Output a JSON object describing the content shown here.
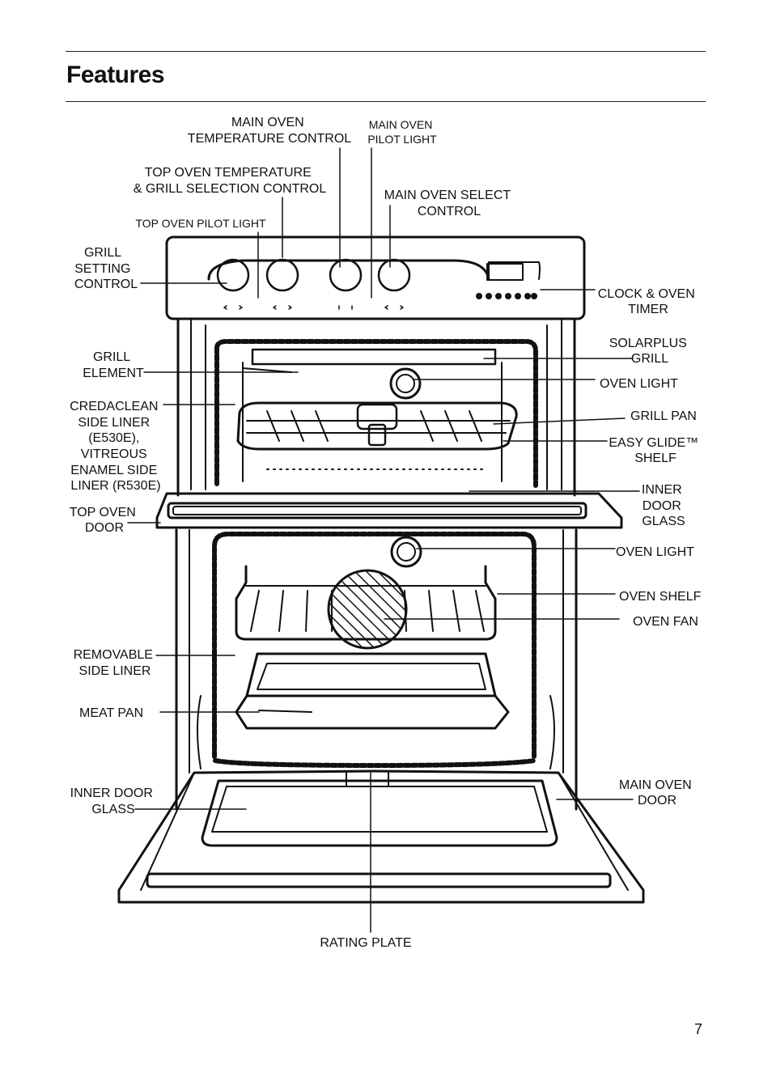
{
  "page": {
    "title": "Features",
    "page_number": "7"
  },
  "labels": {
    "main_oven_temp_control": [
      "MAIN OVEN",
      "TEMPERATURE CONTROL"
    ],
    "main_oven_pilot_light": [
      "MAIN OVEN",
      "PILOT LIGHT"
    ],
    "top_oven_temp_grill_control": [
      "TOP OVEN TEMPERATURE",
      "& GRILL SELECTION CONTROL"
    ],
    "main_oven_select_control": [
      "MAIN OVEN SELECT",
      "CONTROL"
    ],
    "top_oven_pilot_light": [
      "TOP OVEN PILOT LIGHT"
    ],
    "grill_setting_control": [
      "GRILL",
      "SETTING",
      "CONTROL"
    ],
    "clock_oven_timer": [
      "CLOCK & OVEN",
      "TIMER"
    ],
    "solarplus_grill": [
      "SOLARPLUS",
      "GRILL"
    ],
    "grill_element": [
      "GRILL",
      "ELEMENT"
    ],
    "oven_light_top": [
      "OVEN LIGHT"
    ],
    "credaclean_side_liner": [
      "CREDACLEAN",
      "SIDE LINER",
      "(E530E),",
      "VITREOUS",
      "ENAMEL SIDE",
      "LINER (R530E)"
    ],
    "grill_pan": [
      "GRILL PAN"
    ],
    "easy_glide_shelf": [
      "EASY GLIDE™",
      "SHELF"
    ],
    "inner_door_glass_top": [
      "INNER",
      "DOOR",
      "GLASS"
    ],
    "top_oven_door": [
      "TOP OVEN",
      "DOOR"
    ],
    "oven_light_main": [
      "OVEN LIGHT"
    ],
    "oven_shelf": [
      "OVEN SHELF"
    ],
    "oven_fan": [
      "OVEN FAN"
    ],
    "removable_side_liner": [
      "REMOVABLE",
      "SIDE LINER"
    ],
    "meat_pan": [
      "MEAT PAN"
    ],
    "inner_door_glass_main": [
      "INNER DOOR",
      "GLASS"
    ],
    "main_oven_door": [
      "MAIN OVEN",
      "DOOR"
    ],
    "rating_plate": [
      "RATING PLATE"
    ]
  }
}
